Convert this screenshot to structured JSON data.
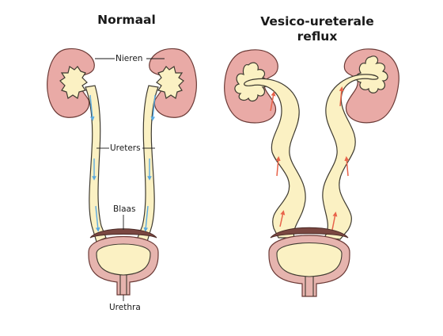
{
  "titles": {
    "normal": "Normaal",
    "reflux_line1": "Vesico-ureterale",
    "reflux_line2": "reflux"
  },
  "labels": {
    "kidneys": "Nieren",
    "ureters": "Ureters",
    "bladder": "Blaas",
    "urethra": "Urethra"
  },
  "colors": {
    "kidney_fill": "#e9aaa6",
    "kidney_outline": "#6b3a36",
    "tube_fill": "#fbf1c3",
    "tube_outline": "#3e3a30",
    "bladder_rim": "#b77a74",
    "bladder_top": "#7a4741",
    "normal_flow_arrow": "#5aa9e0",
    "reflux_arrow": "#e8634a"
  },
  "icons": {
    "normal_flow": "arrow-down-icon",
    "reflux_flow": "arrow-up-icon"
  }
}
